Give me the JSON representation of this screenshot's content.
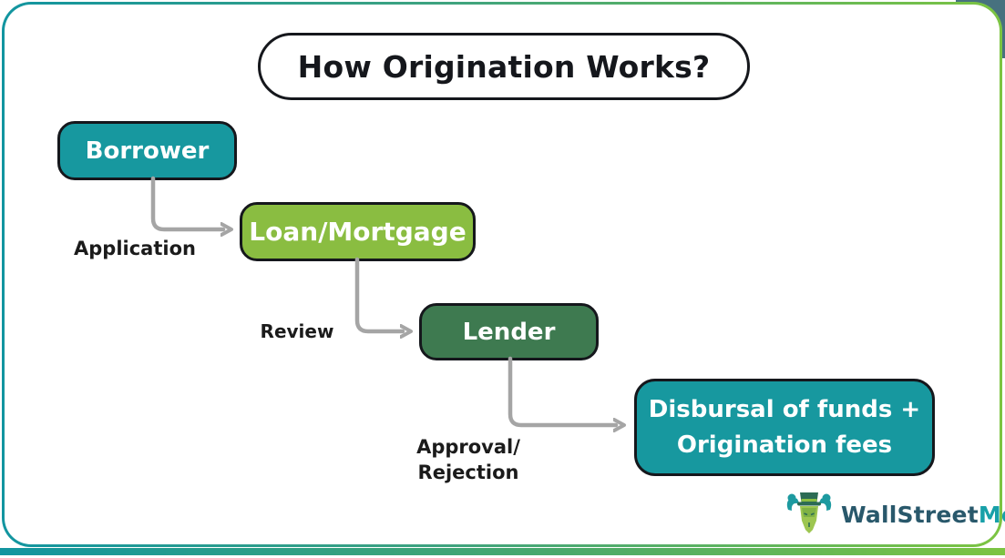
{
  "title": "How Origination Works?",
  "flow": {
    "boxes": [
      {
        "id": "borrower",
        "label": "Borrower",
        "color": "#17989f"
      },
      {
        "id": "loan",
        "label": "Loan/Mortgage",
        "color": "#8abd41"
      },
      {
        "id": "lender",
        "label": "Lender",
        "color": "#3e7a50"
      },
      {
        "id": "disbursal",
        "label": "Disbursal of funds +\nOrigination fees",
        "color": "#17989f"
      }
    ],
    "arrow_labels": [
      {
        "id": "application",
        "label": "Application"
      },
      {
        "id": "review",
        "label": "Review"
      },
      {
        "id": "approval",
        "label": "Approval/\nRejection"
      }
    ],
    "arrow_color": "#a5a5a5"
  },
  "logo": {
    "brand_part1": "WallStreet",
    "brand_part2": "Mojo",
    "brand_color1": "#29586b",
    "brand_color2": "#18a0a8"
  },
  "theme": {
    "frame_gradient_start": "#1295a0",
    "frame_gradient_end": "#7cc442",
    "box_border": "#15171c",
    "background": "#ffffff"
  }
}
